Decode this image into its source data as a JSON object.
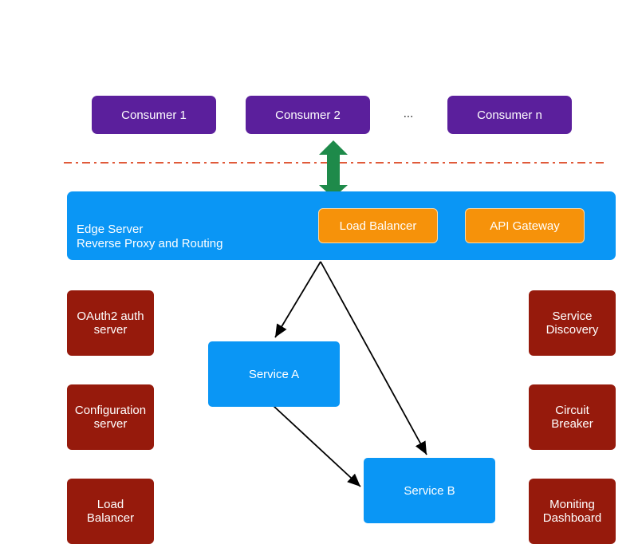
{
  "consumers": [
    "Consumer 1",
    "Consumer 2",
    "Consumer n"
  ],
  "ellipsis": "...",
  "edge_server": {
    "label": "Edge Server\nReverse Proxy and Routing",
    "components": [
      "Load Balancer",
      "API Gateway"
    ]
  },
  "left_services": [
    "OAuth2 auth\nserver",
    "Configuration\nserver",
    "Load\nBalancer"
  ],
  "right_services": [
    "Service\nDiscovery",
    "Circuit\nBreaker",
    "Moniting\nDashboard"
  ],
  "services": [
    "Service A",
    "Service B"
  ],
  "colors": {
    "consumer": "#5b1f9c",
    "edge": "#0a96f5",
    "component": "#f6920a",
    "support": "#961a0c",
    "arrow": "#1e8a4a",
    "boundary": "#e05a3a"
  }
}
